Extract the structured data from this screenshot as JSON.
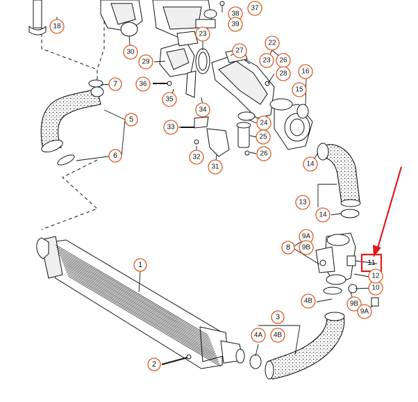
{
  "diagram": {
    "callouts": [
      {
        "id": "c1",
        "label": "1"
      },
      {
        "id": "c2",
        "label": "2"
      },
      {
        "id": "c3",
        "label": "3"
      },
      {
        "id": "c4a",
        "label": "4A"
      },
      {
        "id": "c4b",
        "label": "4B"
      },
      {
        "id": "c5",
        "label": "5"
      },
      {
        "id": "c6",
        "label": "6"
      },
      {
        "id": "c7",
        "label": "7"
      },
      {
        "id": "c8",
        "label": "8"
      },
      {
        "id": "c9a_top",
        "label": "9A"
      },
      {
        "id": "c9b_top",
        "label": "9B"
      },
      {
        "id": "c4b_low",
        "label": "4B"
      },
      {
        "id": "c9b_low",
        "label": "9B"
      },
      {
        "id": "c9a_low",
        "label": "9A"
      },
      {
        "id": "c10",
        "label": "10"
      },
      {
        "id": "c11",
        "label": "11"
      },
      {
        "id": "c12",
        "label": "12"
      },
      {
        "id": "c13",
        "label": "13"
      },
      {
        "id": "c14a",
        "label": "14"
      },
      {
        "id": "c14b",
        "label": "14"
      },
      {
        "id": "c15",
        "label": "15"
      },
      {
        "id": "c16",
        "label": "16"
      },
      {
        "id": "c18",
        "label": "18"
      },
      {
        "id": "c22",
        "label": "22"
      },
      {
        "id": "c23a",
        "label": "23"
      },
      {
        "id": "c23b",
        "label": "23"
      },
      {
        "id": "c24",
        "label": "24"
      },
      {
        "id": "c25",
        "label": "25"
      },
      {
        "id": "c26a",
        "label": "26"
      },
      {
        "id": "c26b",
        "label": "26"
      },
      {
        "id": "c27",
        "label": "27"
      },
      {
        "id": "c28",
        "label": "28"
      },
      {
        "id": "c29",
        "label": "29"
      },
      {
        "id": "c30",
        "label": "30"
      },
      {
        "id": "c31",
        "label": "31"
      },
      {
        "id": "c32",
        "label": "32"
      },
      {
        "id": "c33",
        "label": "33"
      },
      {
        "id": "c34",
        "label": "34"
      },
      {
        "id": "c35",
        "label": "35"
      },
      {
        "id": "c36",
        "label": "36"
      },
      {
        "id": "c37",
        "label": "37"
      },
      {
        "id": "c38",
        "label": "38"
      },
      {
        "id": "c39",
        "label": "39"
      }
    ],
    "highlighted_part": "11",
    "colors": {
      "callout_ring": "#d9591f",
      "highlight": "#e0191b",
      "line": "#111111"
    }
  }
}
